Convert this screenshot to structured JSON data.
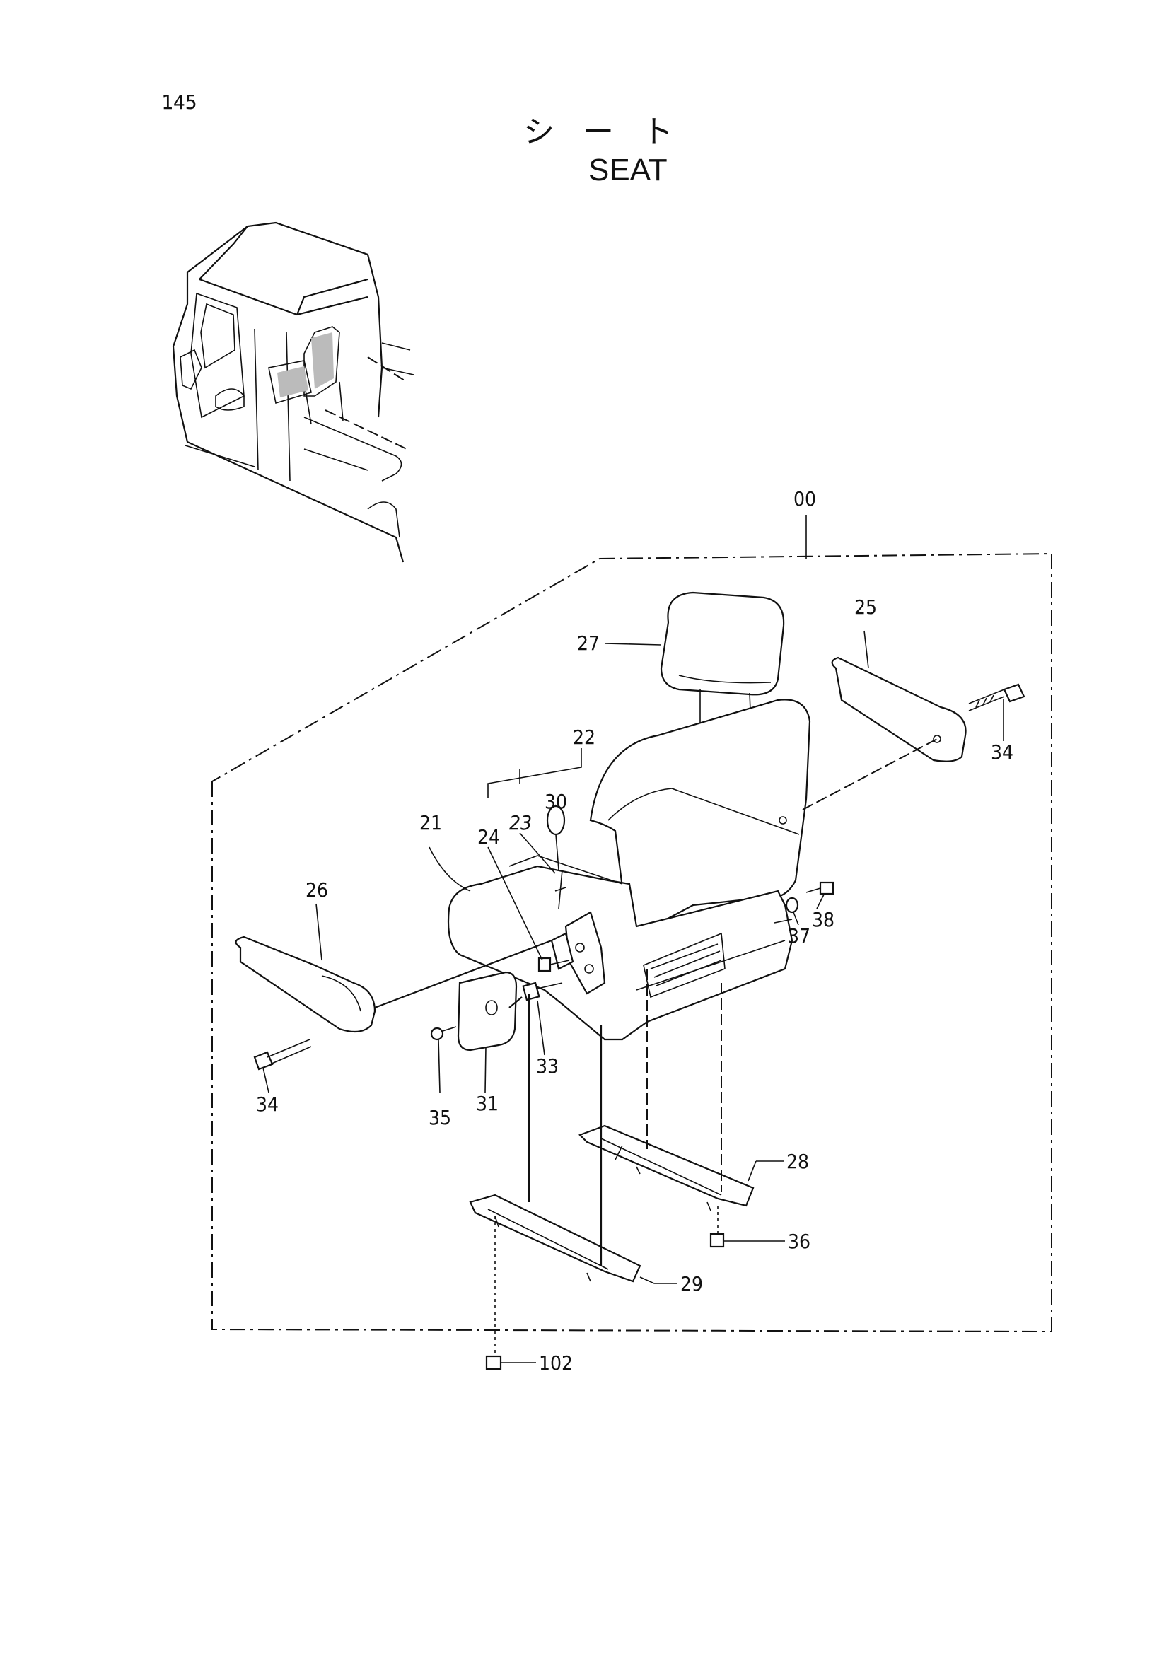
{
  "page": {
    "number": "145",
    "title_jp": "シート",
    "title_en": "SEAT"
  },
  "callouts": [
    {
      "id": "assy",
      "label": "00"
    },
    {
      "id": "seat-cushion",
      "label": "21"
    },
    {
      "id": "lever-assy",
      "label": "22"
    },
    {
      "id": "spring",
      "label": "23"
    },
    {
      "id": "lever-pin",
      "label": "24"
    },
    {
      "id": "armrest-right",
      "label": "25"
    },
    {
      "id": "armrest-left",
      "label": "26"
    },
    {
      "id": "headrest",
      "label": "27"
    },
    {
      "id": "rail-right",
      "label": "28"
    },
    {
      "id": "rail-left",
      "label": "29"
    },
    {
      "id": "knob",
      "label": "30"
    },
    {
      "id": "cover",
      "label": "31"
    },
    {
      "id": "bolt-33",
      "label": "33"
    },
    {
      "id": "bolt-34-right",
      "label": "34"
    },
    {
      "id": "bolt-34-left",
      "label": "34"
    },
    {
      "id": "screw-35",
      "label": "35"
    },
    {
      "id": "nut-36",
      "label": "36"
    },
    {
      "id": "washer-37",
      "label": "37"
    },
    {
      "id": "bolt-38",
      "label": "38"
    },
    {
      "id": "nut-102",
      "label": "102"
    }
  ]
}
